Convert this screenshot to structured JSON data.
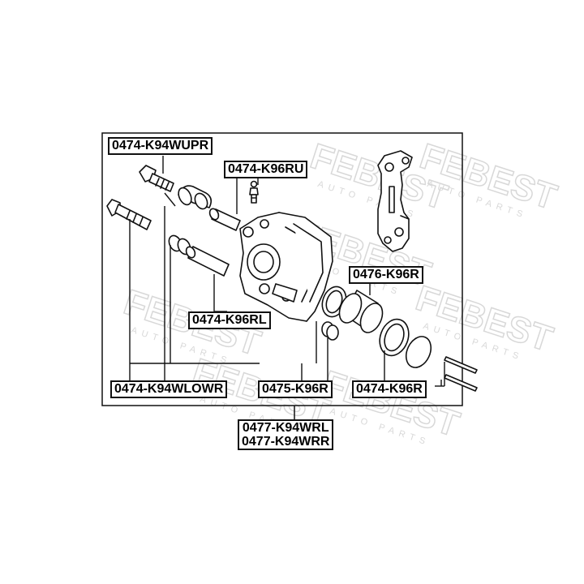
{
  "labels": {
    "wupr": "0474-K94WUPR",
    "ru": "0474-K96RU",
    "rl": "0474-K96RL",
    "r476": "0476-K96R",
    "wlowr": "0474-K94WLOWR",
    "r475": "0475-K96R",
    "r474": "0474-K96R",
    "assembly_line1": "0477-K94WRL",
    "assembly_line2": "0477-K94WRR"
  },
  "watermark": {
    "brand": "FEBEST",
    "tagline": "AUTO PARTS"
  },
  "colors": {
    "line": "#111111",
    "label_border": "#111111",
    "watermark": "#dcdcdc",
    "background": "#ffffff"
  }
}
